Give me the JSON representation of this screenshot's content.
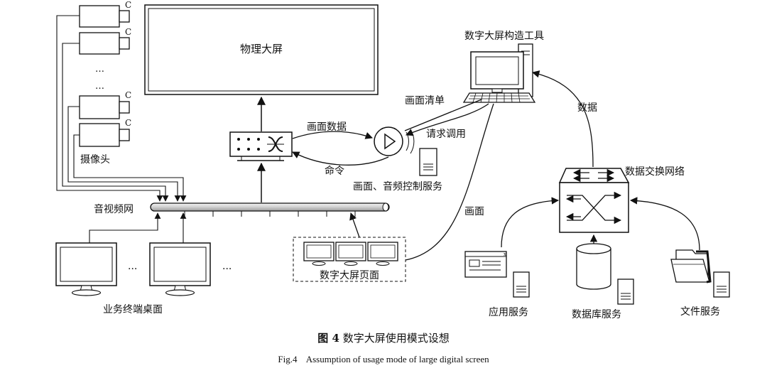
{
  "labels": {
    "physical_screen": "物理大屏",
    "builder_tool": "数字大屏构造工具",
    "screen_list": "画面清单",
    "request_call": "请求调用",
    "data": "数据",
    "screen_data": "画面数据",
    "command": "命令",
    "control_service": "画面、音频控制服务",
    "data_network": "数据交换网络",
    "camera": "摄像头",
    "av_network": "音视频网",
    "screen": "画面",
    "desktops": "业务终端桌面",
    "digital_page": "数字大屏页面",
    "app_service": "应用服务",
    "db_service": "数据库服务",
    "file_service": "文件服务",
    "camera_tag": "C",
    "ellipsis": "…",
    "vdots": "···"
  },
  "caption": {
    "fig_no": "图 4",
    "title_cn": "数字大屏使用模式设想",
    "title_en": "Fig.4    Assumption of usage mode of large digital screen"
  }
}
